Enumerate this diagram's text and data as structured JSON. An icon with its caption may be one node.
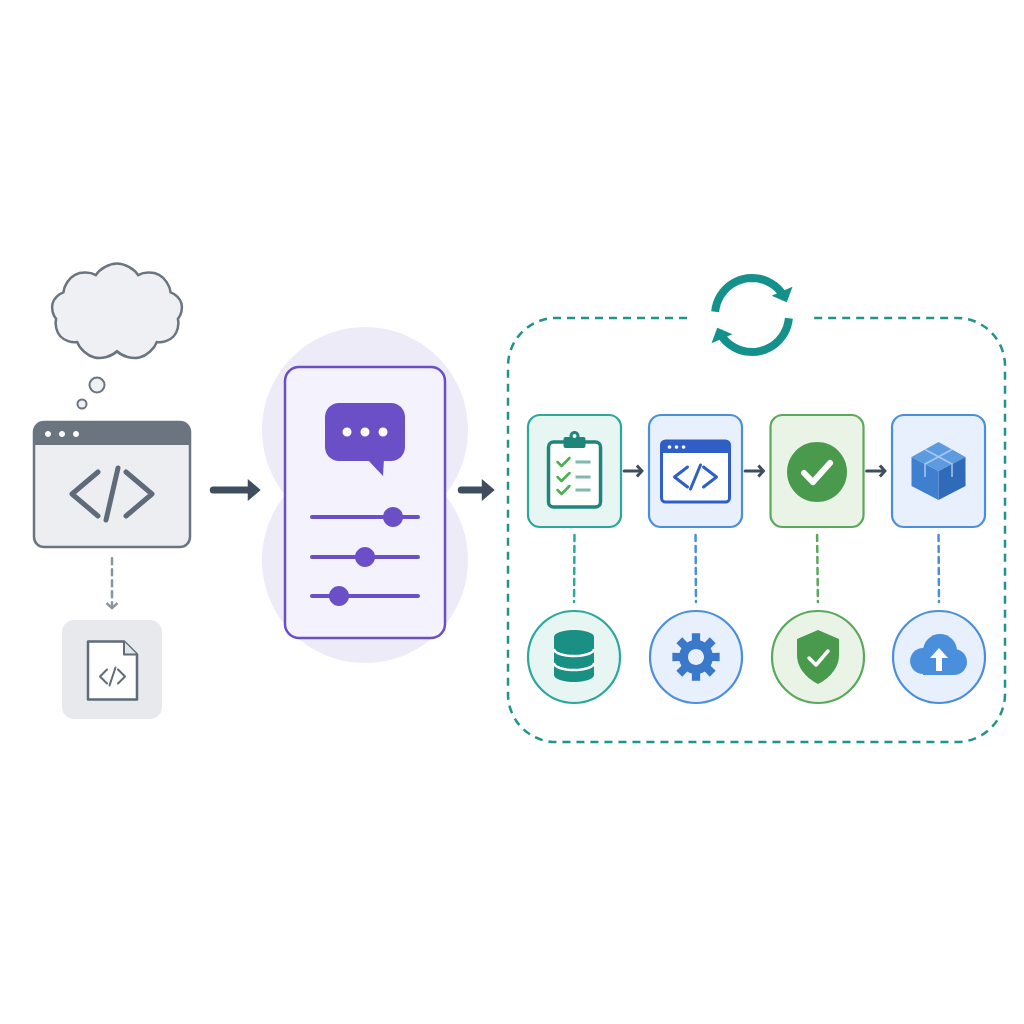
{
  "diagram": {
    "nodes": [
      {
        "text": [],
        "shape": "cloud"
      },
      {
        "text": [],
        "shape": "picture"
      },
      {
        "text": [],
        "shape": "box"
      },
      {
        "text": [],
        "shape": "box"
      },
      {
        "text": [],
        "shape": "box"
      },
      {
        "text": [],
        "shape": "box",
        "in": 4
      },
      {
        "text": [],
        "shape": "box",
        "in": 4
      },
      {
        "text": [],
        "shape": "box",
        "in": 4
      },
      {
        "text": [],
        "shape": "box",
        "in": 4
      },
      {
        "text": [],
        "shape": "circle",
        "in": 4
      },
      {
        "text": [],
        "shape": "circle",
        "in": 4
      },
      {
        "text": [],
        "shape": "circle",
        "in": 4
      },
      {
        "text": [],
        "shape": "circle",
        "in": 4
      }
    ],
    "edges": [
      {
        "from": 1,
        "to": 2,
        "arrow": "to",
        "style": "dashed",
        "color": "#8b939e"
      },
      {
        "from": 1,
        "to": 3,
        "arrow": "to",
        "style": "thick"
      },
      {
        "from": 3,
        "to": 4,
        "arrow": "to",
        "style": "thick"
      },
      {
        "from": 5,
        "to": 6,
        "arrow": "to"
      },
      {
        "from": 6,
        "to": 7,
        "arrow": "to"
      },
      {
        "from": 7,
        "to": 8,
        "arrow": "to"
      },
      {
        "from": 5,
        "to": 9,
        "arrow": "none",
        "style": "dashed",
        "color": "#2aa89a"
      },
      {
        "from": 6,
        "to": 10,
        "arrow": "none",
        "style": "dashed",
        "color": "#4a8fdc"
      },
      {
        "from": 7,
        "to": 11,
        "arrow": "none",
        "style": "dashed",
        "color": "#5aa85a"
      },
      {
        "from": 8,
        "to": 12,
        "arrow": "none",
        "style": "dashed",
        "color": "#4a8fdc"
      }
    ]
  }
}
